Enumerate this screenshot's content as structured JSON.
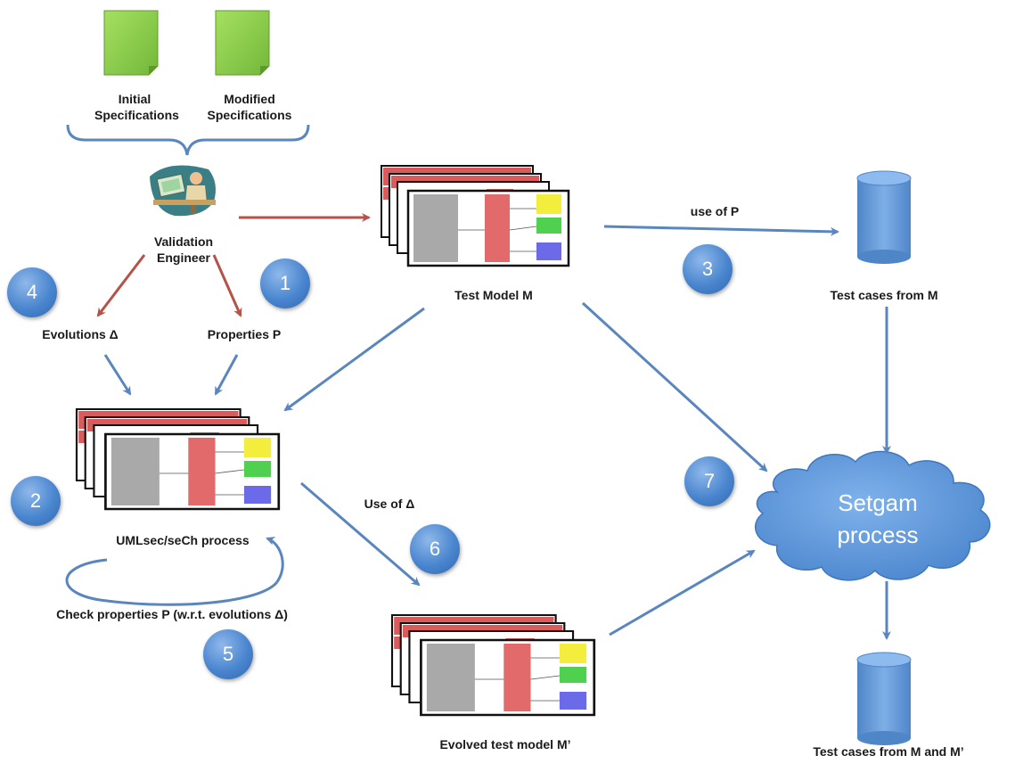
{
  "documents": {
    "initial": "Initial\nSpecifications",
    "modified": "Modified\nSpecifications"
  },
  "actor": {
    "label": "Validation\nEngineer"
  },
  "nodes": {
    "evolutions": "Evolutions Δ",
    "properties": "Properties P",
    "test_model": "Test Model M",
    "umlsec": "UMLsec/seCh process",
    "check": "Check properties P (w.r.t. evolutions Δ)",
    "evolved": "Evolved test model M’",
    "test_cases_m": "Test cases from M",
    "test_cases_mm": "Test cases from M and M’",
    "setgam": "Setgam\nprocess"
  },
  "edges": {
    "use_of_p": "use of P",
    "use_of_delta": "Use of Δ"
  },
  "steps": [
    "1",
    "2",
    "3",
    "4",
    "5",
    "6",
    "7"
  ],
  "colors": {
    "blue_arrow": "#5a86bf",
    "red_arrow": "#b5524a",
    "doc_green": "#8dd14a",
    "cloud_blue": "#5b95d8",
    "badge_blue": "#4a86cf"
  }
}
